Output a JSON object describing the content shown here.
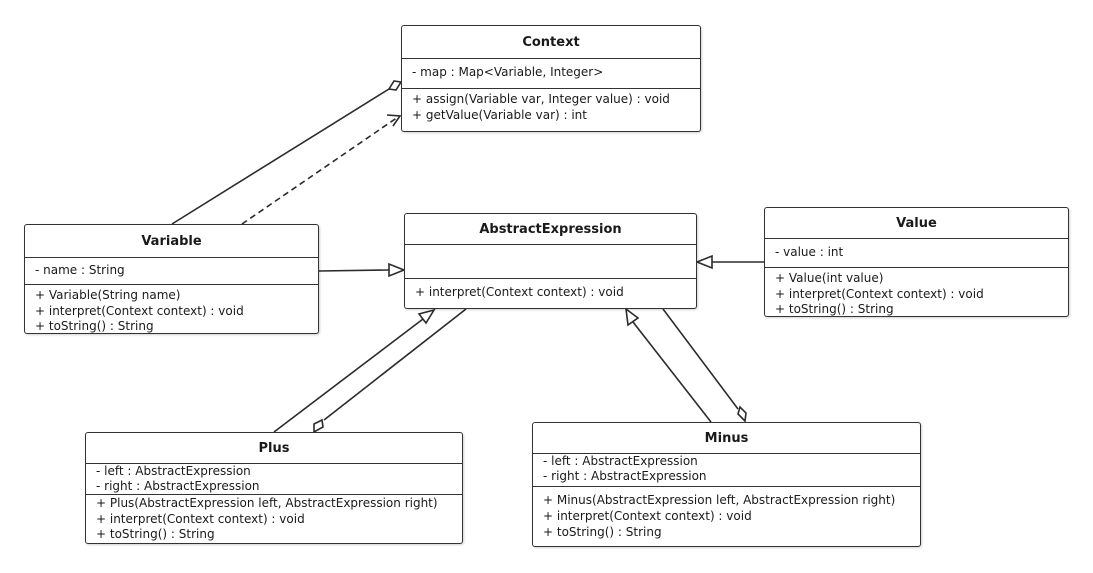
{
  "classes": {
    "context": {
      "name": "Context",
      "attributes": [
        "- map : Map<Variable, Integer>"
      ],
      "operations": [
        "+ assign(Variable var, Integer value) : void",
        "+ getValue(Variable var) : int"
      ]
    },
    "abstract_expression": {
      "name": "AbstractExpression",
      "attributes": [],
      "operations": [
        "+ interpret(Context context) : void"
      ]
    },
    "variable": {
      "name": "Variable",
      "attributes": [
        "- name : String"
      ],
      "operations": [
        "+ Variable(String name)",
        "+ interpret(Context context) : void",
        "+ toString() : String"
      ]
    },
    "value": {
      "name": "Value",
      "attributes": [
        "- value : int"
      ],
      "operations": [
        "+ Value(int value)",
        "+ interpret(Context context) : void",
        "+ toString() : String"
      ]
    },
    "plus": {
      "name": "Plus",
      "attributes": [
        "- left : AbstractExpression",
        "- right : AbstractExpression"
      ],
      "operations": [
        "+ Plus(AbstractExpression left, AbstractExpression right)",
        "+ interpret(Context context) : void",
        "+ toString() : String"
      ]
    },
    "minus": {
      "name": "Minus",
      "attributes": [
        "- left : AbstractExpression",
        "- right : AbstractExpression"
      ],
      "operations": [
        "+ Minus(AbstractExpression left, AbstractExpression right)",
        "+ interpret(Context context) : void",
        "+ toString() : String"
      ]
    }
  },
  "relationships": [
    {
      "type": "aggregation",
      "from": "Variable",
      "to": "Context"
    },
    {
      "type": "dependency",
      "from": "Variable",
      "to": "Context"
    },
    {
      "type": "generalization",
      "from": "Variable",
      "to": "AbstractExpression"
    },
    {
      "type": "generalization",
      "from": "Value",
      "to": "AbstractExpression"
    },
    {
      "type": "generalization",
      "from": "Plus",
      "to": "AbstractExpression"
    },
    {
      "type": "aggregation",
      "from": "AbstractExpression",
      "to": "Plus"
    },
    {
      "type": "generalization",
      "from": "Minus",
      "to": "AbstractExpression"
    },
    {
      "type": "aggregation",
      "from": "AbstractExpression",
      "to": "Minus"
    }
  ],
  "colors": {
    "line": "#2b2b2b",
    "box_border": "#333333",
    "background": "#ffffff"
  }
}
